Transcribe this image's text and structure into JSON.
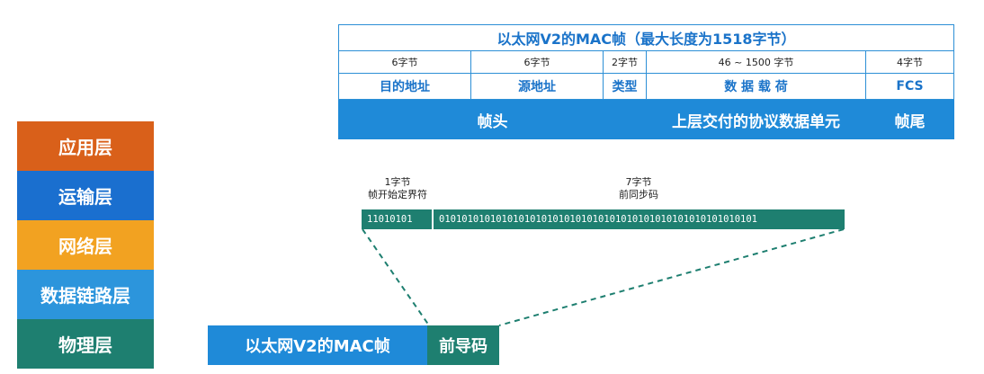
{
  "layers": [
    {
      "label": "应用层",
      "color": "#d9601a"
    },
    {
      "label": "运输层",
      "color": "#1a6fcf"
    },
    {
      "label": "网络层",
      "color": "#f2a221"
    },
    {
      "label": "数据链路层",
      "color": "#2c95dc"
    },
    {
      "label": "物理层",
      "color": "#1e7f70"
    }
  ],
  "frame": {
    "title": "以太网V2的MAC帧（最大长度为1518字节）",
    "fields": [
      {
        "size": "6字节",
        "name": "目的地址"
      },
      {
        "size": "6字节",
        "name": "源地址"
      },
      {
        "size": "2字节",
        "name": "类型"
      },
      {
        "size": "46 ~ 1500 字节",
        "name": "数 据 载 荷"
      },
      {
        "size": "4字节",
        "name": "FCS"
      }
    ],
    "bar": {
      "header": "帧头",
      "payload": "上层交付的协议数据单元",
      "trailer": "帧尾"
    }
  },
  "preamble": {
    "sfd": {
      "size": "1字节",
      "desc": "帧开始定界符",
      "bits": "11010101"
    },
    "sync": {
      "size": "7字节",
      "desc": "前同步码",
      "bits": "01010101010101010101010101010101010101010101010101010101"
    }
  },
  "bottom": {
    "frame_label": "以太网V2的MAC帧",
    "preamble_label": "前导码"
  },
  "colors": {
    "accent_blue": "#1f8ad8",
    "dark_green": "#1e7f70",
    "title_blue": "#1a73c9"
  }
}
